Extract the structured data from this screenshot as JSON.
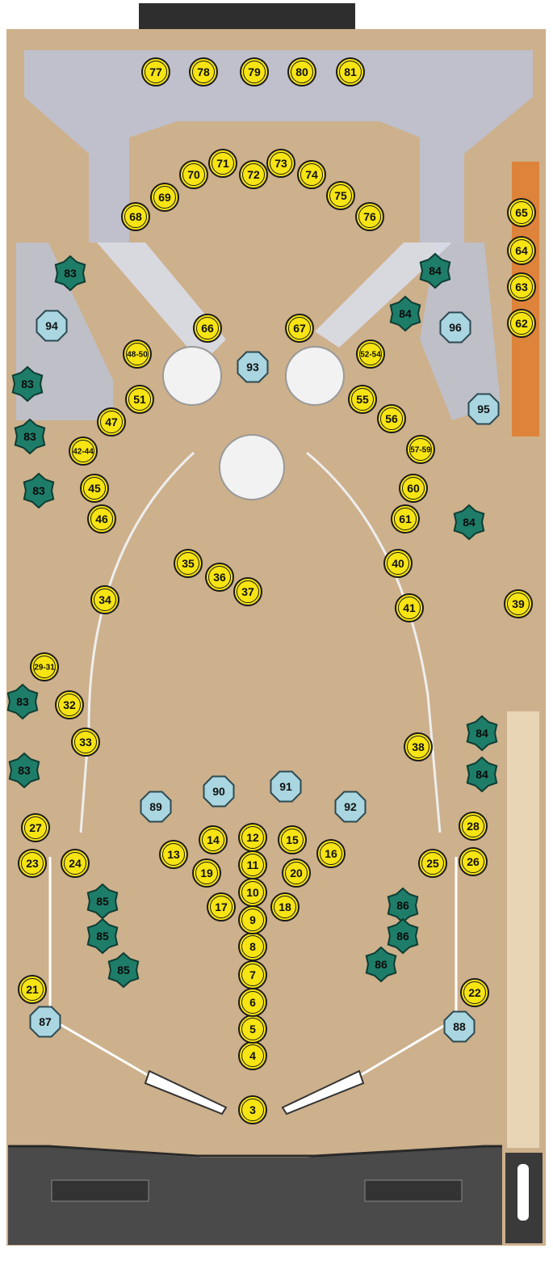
{
  "colors": {
    "playfield": "#cdb08c",
    "ramp": "#bcc3d6",
    "lamp_fill": "#f7e413",
    "lamp_stroke": "#1a1a1a",
    "switch_fill": "#a9d6e0",
    "switch_stroke": "#2c4a52",
    "flasher_fill": "#1e7d68",
    "apron": "#4a4a4a",
    "accent_orange": "#e07b2c"
  },
  "lamps": [
    {
      "label": "3"
    },
    {
      "label": "4"
    },
    {
      "label": "5"
    },
    {
      "label": "6"
    },
    {
      "label": "7"
    },
    {
      "label": "8"
    },
    {
      "label": "9"
    },
    {
      "label": "10"
    },
    {
      "label": "11"
    },
    {
      "label": "12"
    },
    {
      "label": "13"
    },
    {
      "label": "14"
    },
    {
      "label": "15"
    },
    {
      "label": "16"
    },
    {
      "label": "17"
    },
    {
      "label": "18"
    },
    {
      "label": "19"
    },
    {
      "label": "20"
    },
    {
      "label": "21"
    },
    {
      "label": "22"
    },
    {
      "label": "23"
    },
    {
      "label": "24"
    },
    {
      "label": "25"
    },
    {
      "label": "26"
    },
    {
      "label": "27"
    },
    {
      "label": "28"
    },
    {
      "label": "29-31"
    },
    {
      "label": "32"
    },
    {
      "label": "33"
    },
    {
      "label": "34"
    },
    {
      "label": "35"
    },
    {
      "label": "36"
    },
    {
      "label": "37"
    },
    {
      "label": "38"
    },
    {
      "label": "39"
    },
    {
      "label": "40"
    },
    {
      "label": "41"
    },
    {
      "label": "42-44"
    },
    {
      "label": "45"
    },
    {
      "label": "46"
    },
    {
      "label": "47"
    },
    {
      "label": "48-50"
    },
    {
      "label": "51"
    },
    {
      "label": "52-54"
    },
    {
      "label": "55"
    },
    {
      "label": "56"
    },
    {
      "label": "57-59"
    },
    {
      "label": "60"
    },
    {
      "label": "61"
    },
    {
      "label": "62"
    },
    {
      "label": "63"
    },
    {
      "label": "64"
    },
    {
      "label": "65"
    },
    {
      "label": "66"
    },
    {
      "label": "67"
    },
    {
      "label": "68"
    },
    {
      "label": "69"
    },
    {
      "label": "70"
    },
    {
      "label": "71"
    },
    {
      "label": "72"
    },
    {
      "label": "73"
    },
    {
      "label": "74"
    },
    {
      "label": "75"
    },
    {
      "label": "76"
    },
    {
      "label": "77"
    },
    {
      "label": "78"
    },
    {
      "label": "79"
    },
    {
      "label": "80"
    },
    {
      "label": "81"
    }
  ],
  "switches": [
    {
      "label": "87"
    },
    {
      "label": "88"
    },
    {
      "label": "89"
    },
    {
      "label": "90"
    },
    {
      "label": "91"
    },
    {
      "label": "92"
    },
    {
      "label": "93"
    },
    {
      "label": "94"
    },
    {
      "label": "95"
    },
    {
      "label": "96"
    }
  ],
  "flashers": [
    {
      "label": "83"
    },
    {
      "label": "83"
    },
    {
      "label": "83"
    },
    {
      "label": "83"
    },
    {
      "label": "83"
    },
    {
      "label": "83"
    },
    {
      "label": "84"
    },
    {
      "label": "84"
    },
    {
      "label": "84"
    },
    {
      "label": "84"
    },
    {
      "label": "84"
    },
    {
      "label": "85"
    },
    {
      "label": "85"
    },
    {
      "label": "85"
    },
    {
      "label": "86"
    },
    {
      "label": "86"
    },
    {
      "label": "86"
    }
  ]
}
